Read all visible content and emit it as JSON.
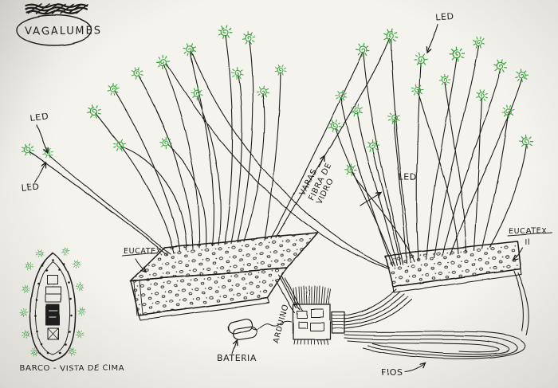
{
  "title": "VAGALUMES",
  "labels": {
    "led_left_upper": "LED",
    "led_left_lower": "LED",
    "led_right_top": "LED",
    "led_right_mid": "LED",
    "varas_line1": "VARAS",
    "varas_line2": "FIBRA DE",
    "varas_line3": "VIDRO",
    "eucatex_left": "EUCATEX",
    "eucatex_right_line1": "EUCATEX",
    "eucatex_right_line2": "II",
    "arduino": "ARDUINO",
    "bateria": "BATERIA",
    "fios": "FIOS",
    "barco_caption": "BARCO - VISTA DE CIMA"
  },
  "colors": {
    "ink": "#1c1c1c",
    "firefly_green": "#3aa33c",
    "paper": "#f4f3ee"
  }
}
